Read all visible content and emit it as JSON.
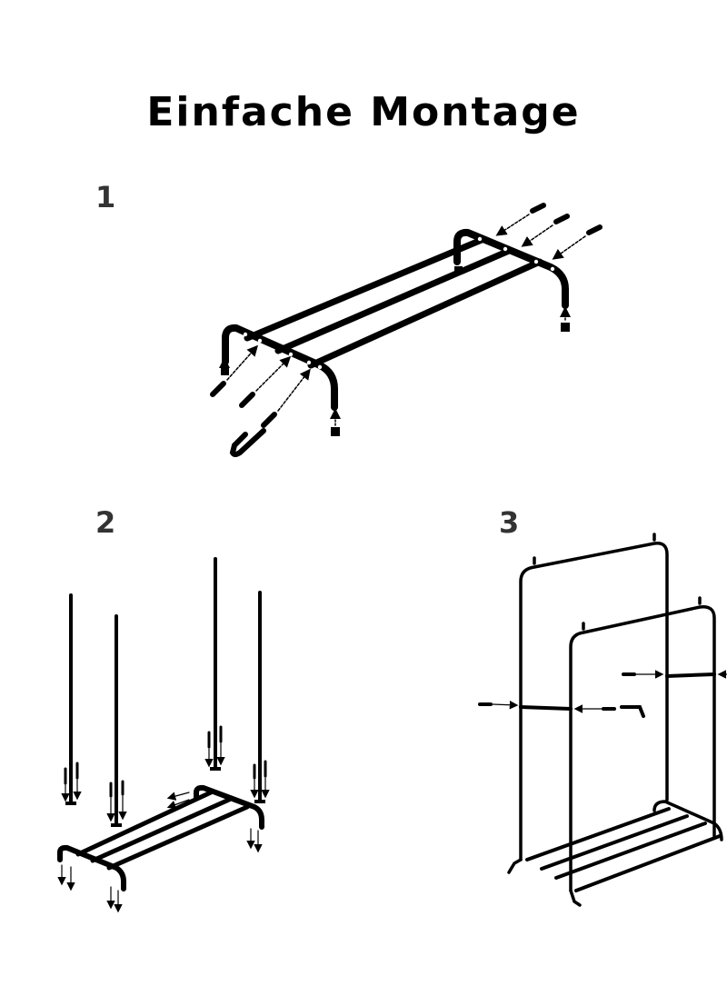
{
  "title": "Einfache Montage",
  "steps": [
    {
      "number": "1"
    },
    {
      "number": "2"
    },
    {
      "number": "3"
    }
  ]
}
